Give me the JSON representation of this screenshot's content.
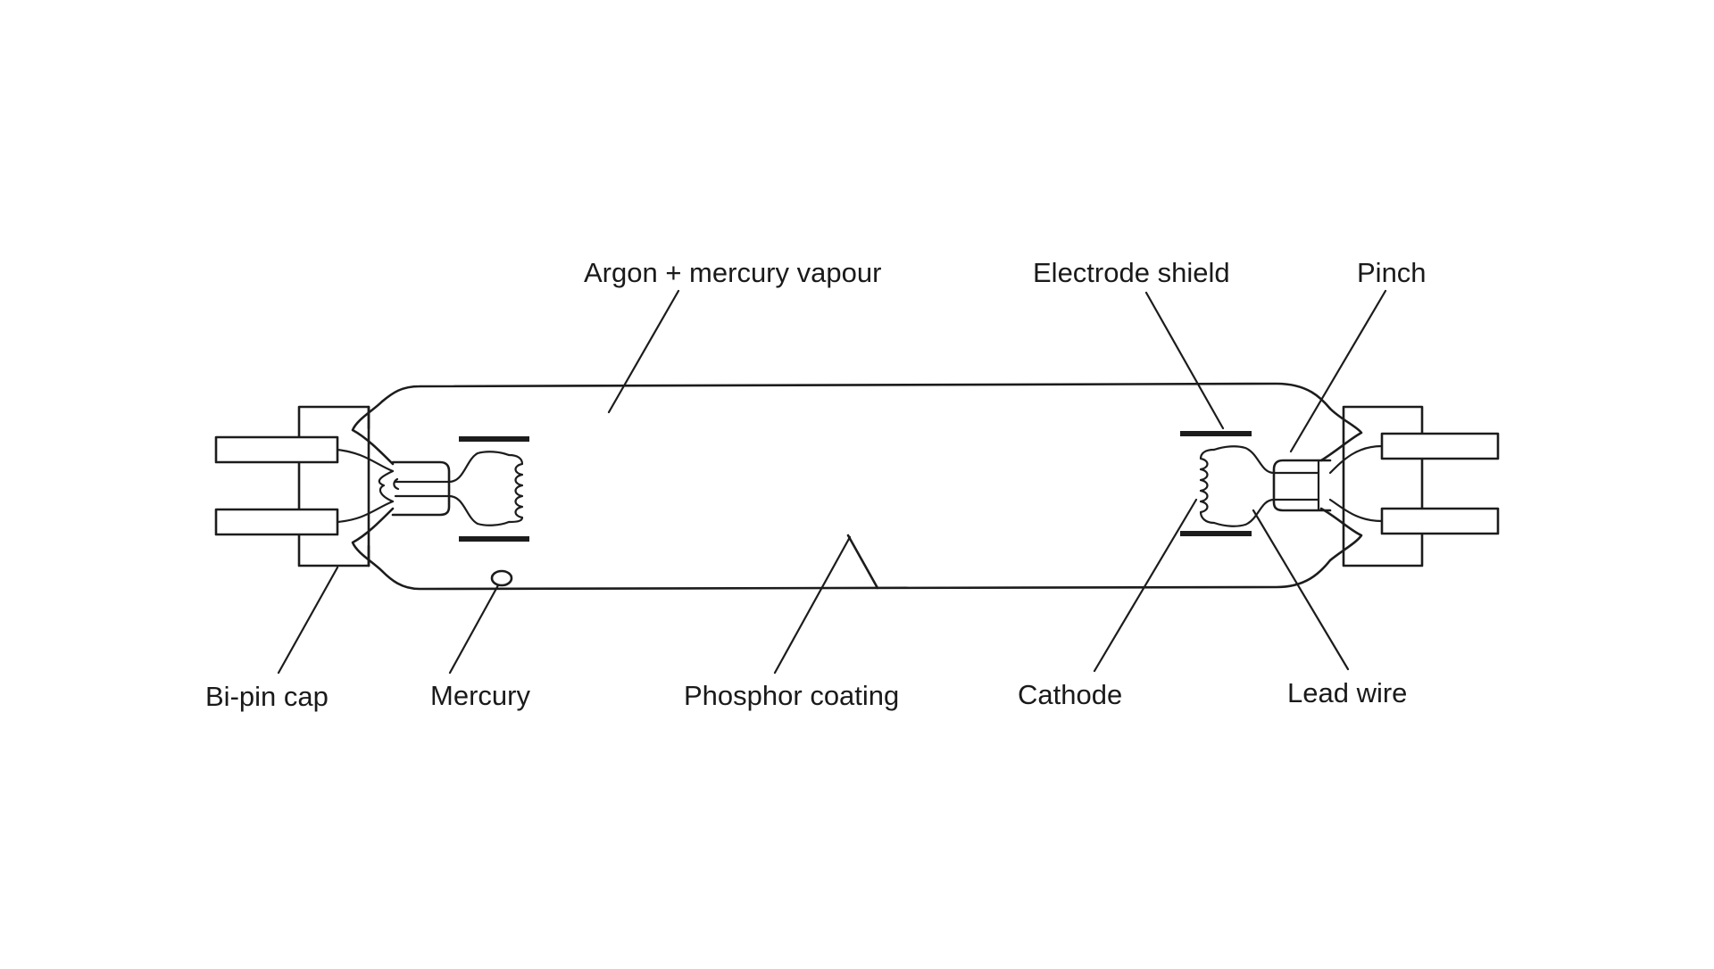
{
  "labels": {
    "argon": "Argon + mercury vapour",
    "electrode_shield": "Electrode shield",
    "pinch": "Pinch",
    "bipin_cap": "Bi-pin cap",
    "mercury": "Mercury",
    "phosphor": "Phosphor coating",
    "cathode": "Cathode",
    "lead_wire": "Lead wire"
  },
  "colors": {
    "line": "#1c1c1c",
    "background": "#ffffff",
    "text": "#1a1a1a"
  }
}
